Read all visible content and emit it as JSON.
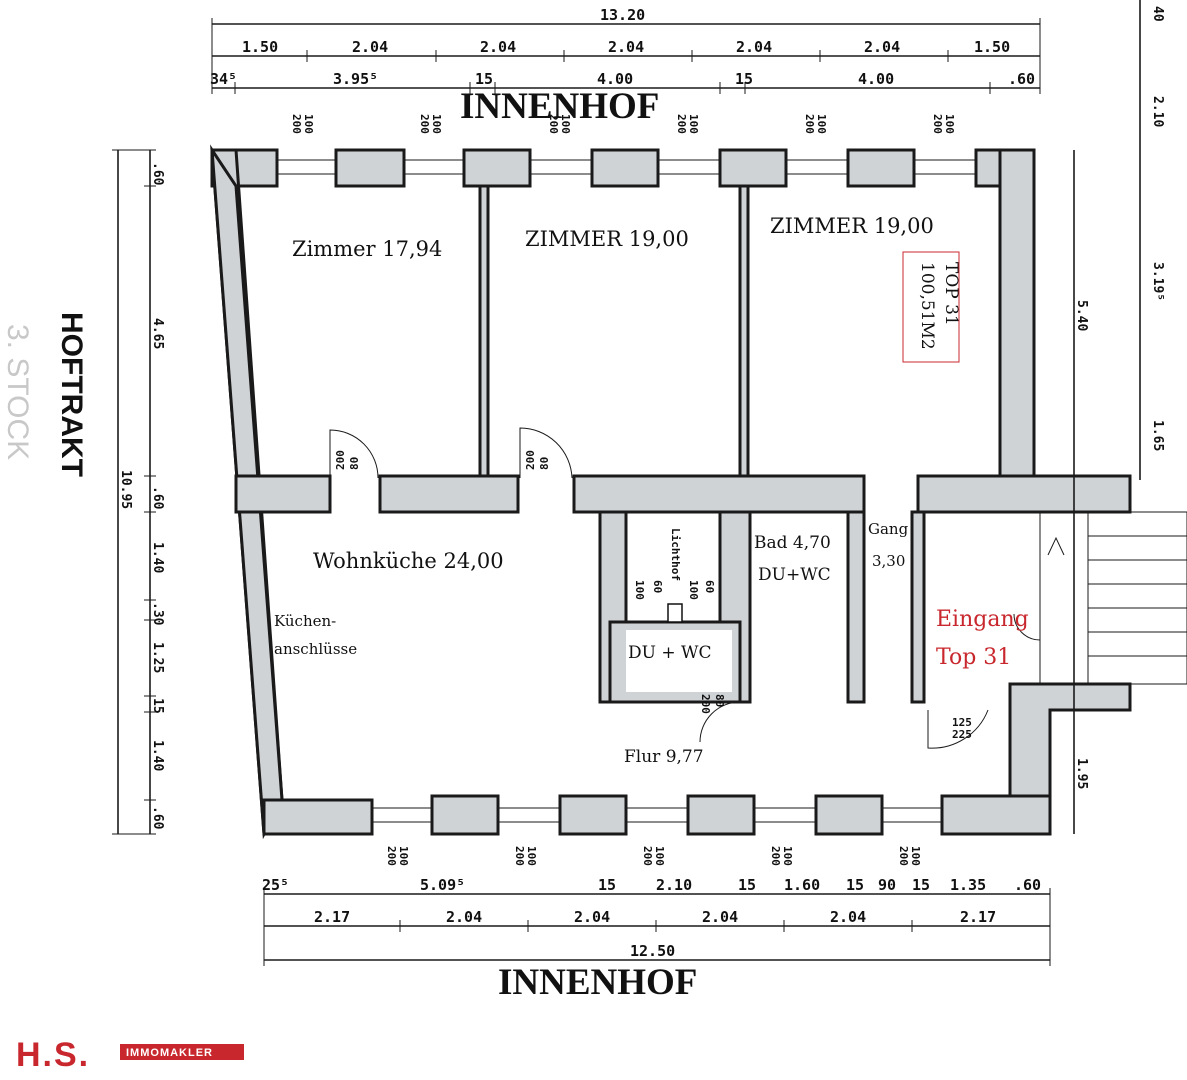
{
  "labels": {
    "innenhof_top": "INNENHOF",
    "innenhof_bottom": "INNENHOF",
    "hoftrakt": "HOFTRAKT",
    "stock": "3. STOCK",
    "room1": "Zimmer 17,94",
    "room2": "ZIMMER 19,00",
    "room3": "ZIMMER 19,00",
    "top_box_1": "TOP 31",
    "top_box_2": "100,51M2",
    "wohnkueche": "Wohnküche 24,00",
    "kuechen_1": "Küchen-",
    "kuechen_2": "anschlüsse",
    "lichthof": "Lichthof",
    "du_wc": "DU + WC",
    "bad_1": "Bad 4,70",
    "bad_2": "DU+WC",
    "gang_1": "Gang",
    "gang_2": "3,30",
    "eingang_1": "Eingang",
    "eingang_2": "Top 31",
    "flur": "Flur 9,77"
  },
  "dims": {
    "top_total": "13.20",
    "top_row1": [
      "1.50",
      "2.04",
      "2.04",
      "2.04",
      "2.04",
      "2.04",
      "1.50"
    ],
    "top_row2": [
      "34⁵",
      "3.95⁵",
      "15",
      "4.00",
      "15",
      "4.00",
      ".60"
    ],
    "bottom_row1": [
      "25⁵",
      "5.09⁵",
      "15",
      "2.10",
      "15",
      "1.60",
      "15",
      "90",
      "15",
      "1.35",
      ".60"
    ],
    "bottom_row2": [
      "2.17",
      "2.04",
      "2.04",
      "2.04",
      "2.04",
      "2.17"
    ],
    "bottom_total": "12.50",
    "left_total": "10.95",
    "left_segments": [
      ".60",
      "4.65",
      ".60",
      "1.40",
      ".30",
      "1.25",
      "15",
      "1.40",
      ".60"
    ],
    "right_segments": [
      "5.40",
      "1.95"
    ],
    "far_right": [
      "40",
      "2.10",
      "3.19⁵",
      "1.65"
    ],
    "window": [
      "100",
      "200"
    ],
    "door": [
      "80",
      "200"
    ],
    "lichthof_win": [
      "100",
      "60",
      "100",
      "60"
    ],
    "entrance_door": [
      "125",
      "225"
    ]
  },
  "logo": {
    "brand": "H.S.",
    "sub": "IMMOMAKLER"
  },
  "colors": {
    "wall_fill": "#d0d3d6",
    "accent_red": "#c8272d"
  }
}
